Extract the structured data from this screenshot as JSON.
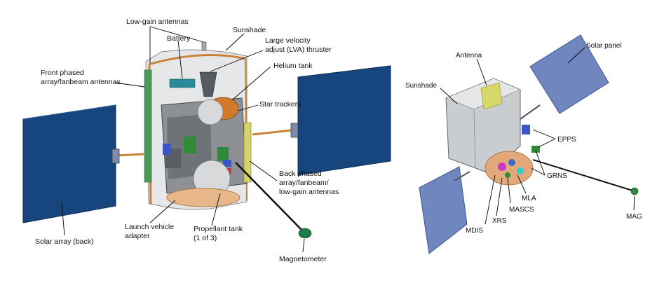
{
  "left_figure": {
    "labels": {
      "low_gain_antennas": "Low-gain antennas",
      "sunshade": "Sunshade",
      "battery": "Battery",
      "lva_line1": "Large velocity",
      "lva_line2": "adjust (LVA) thruster",
      "helium_tank": "Helium tank",
      "front_phased_line1": "Front phased",
      "front_phased_line2": "array/fanbeam antennas",
      "star_trackers": "Star trackers",
      "back_phased_line1": "Back phased",
      "back_phased_line2": "array/fanbeam/",
      "back_phased_line3": "low-gain antennas",
      "launch_adapter_line1": "Launch vehicle",
      "launch_adapter_line2": "adapter",
      "propellant_line1": "Propellant tank",
      "propellant_line2": "(1 of 3)",
      "solar_array_back": "Solar array (back)",
      "magnetometer": "Magnetometer"
    }
  },
  "right_figure": {
    "labels": {
      "antenna": "Antenna",
      "solar_panel": "Solar panel",
      "sunshade": "Sunshade",
      "epps": "EPPS",
      "grns": "GRNS",
      "mla": "MLA",
      "mascs": "MASCS",
      "xrs": "XRS",
      "mdis": "MDIS",
      "mag": "MAG"
    }
  },
  "colors": {
    "solar_blue_dark": "#17457e",
    "solar_blue_light": "#6f86bf",
    "sunshade_grey": "#c9ccd0",
    "copper": "#c8823a",
    "body_grey": "#8d9196"
  }
}
